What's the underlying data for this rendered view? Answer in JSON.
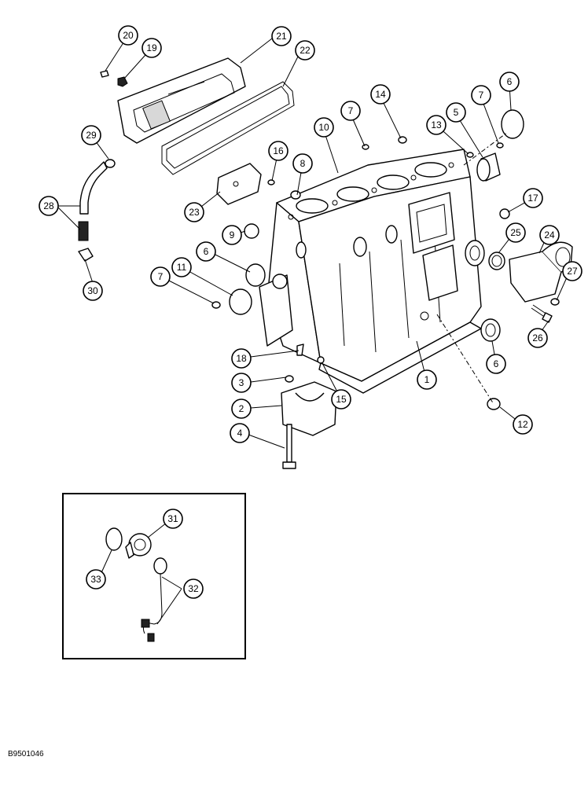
{
  "figure_id": "B9501046",
  "callouts": {
    "c1": "1",
    "c2": "2",
    "c3": "3",
    "c4": "4",
    "c5": "5",
    "c6a": "6",
    "c6b": "6",
    "c6c": "6",
    "c7a": "7",
    "c7b": "7",
    "c7c": "7",
    "c8": "8",
    "c9": "9",
    "c10": "10",
    "c11": "11",
    "c12": "12",
    "c13": "13",
    "c14": "14",
    "c15": "15",
    "c16": "16",
    "c17": "17",
    "c18": "18",
    "c19": "19",
    "c20": "20",
    "c21": "21",
    "c22": "22",
    "c23": "23",
    "c24": "24",
    "c25": "25",
    "c26": "26",
    "c27": "27",
    "c28": "28",
    "c29": "29",
    "c30": "30",
    "c31": "31",
    "c32": "32",
    "c33": "33"
  }
}
